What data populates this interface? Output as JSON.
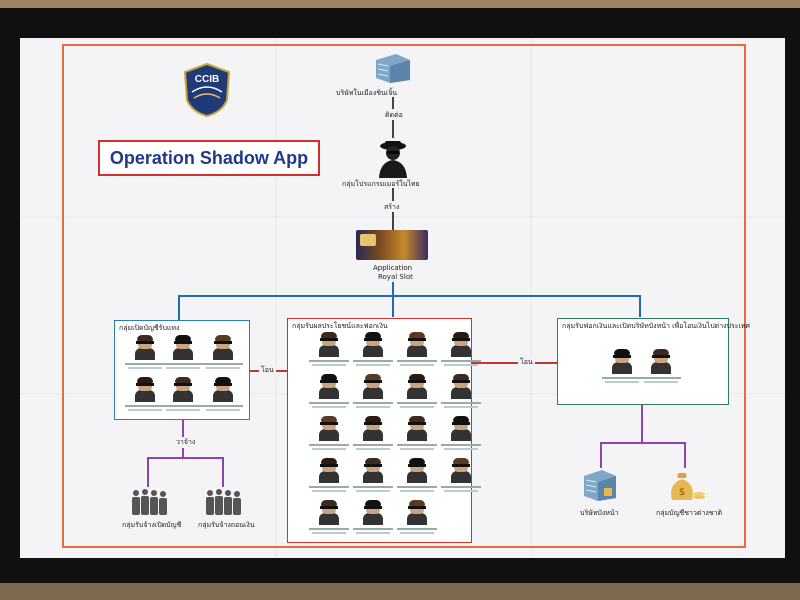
{
  "logo": {
    "text": "CCIB"
  },
  "title": "Operation Shadow App",
  "top_node": {
    "label": "บริษัทในเมืองชินเจิ้น",
    "icon": "building-icon"
  },
  "edge1": "ติดต่อ",
  "mid_node": {
    "label": "กลุ่มโปรแกรมเมอร์ในไทย",
    "icon": "hacker-icon"
  },
  "edge2": "สร้าง",
  "app_node": {
    "line1": "Application",
    "line2": "Royal Slot",
    "icon": "slot-app-icon"
  },
  "left_group": {
    "label": "กลุ่มเปิดบัญชีรับแทง",
    "edge": "วาจ้าง"
  },
  "center_group": {
    "label": "กลุ่มรับผลประโยชน์และฟอกเงิน"
  },
  "right_group": {
    "label": "กลุ่มรับฟอกเงินและเปิดบริษัทบังหน้า เพื่อโอนเงินไปต่างประเทศ"
  },
  "transfer_label_1": "โอน",
  "transfer_label_2": "โอน",
  "bottom_left": [
    {
      "label": "กลุ่มรับจ้างเปิดบัญชี",
      "icon": "people-group-icon"
    },
    {
      "label": "กลุ่มรับจ้างถอนเงิน",
      "icon": "people-group-icon"
    }
  ],
  "bottom_right": [
    {
      "label": "บริษัทบังหน้า",
      "icon": "building-icon"
    },
    {
      "label": "กลุ่มบัญชีชาวต่างชาติ",
      "icon": "money-bag-icon"
    }
  ]
}
